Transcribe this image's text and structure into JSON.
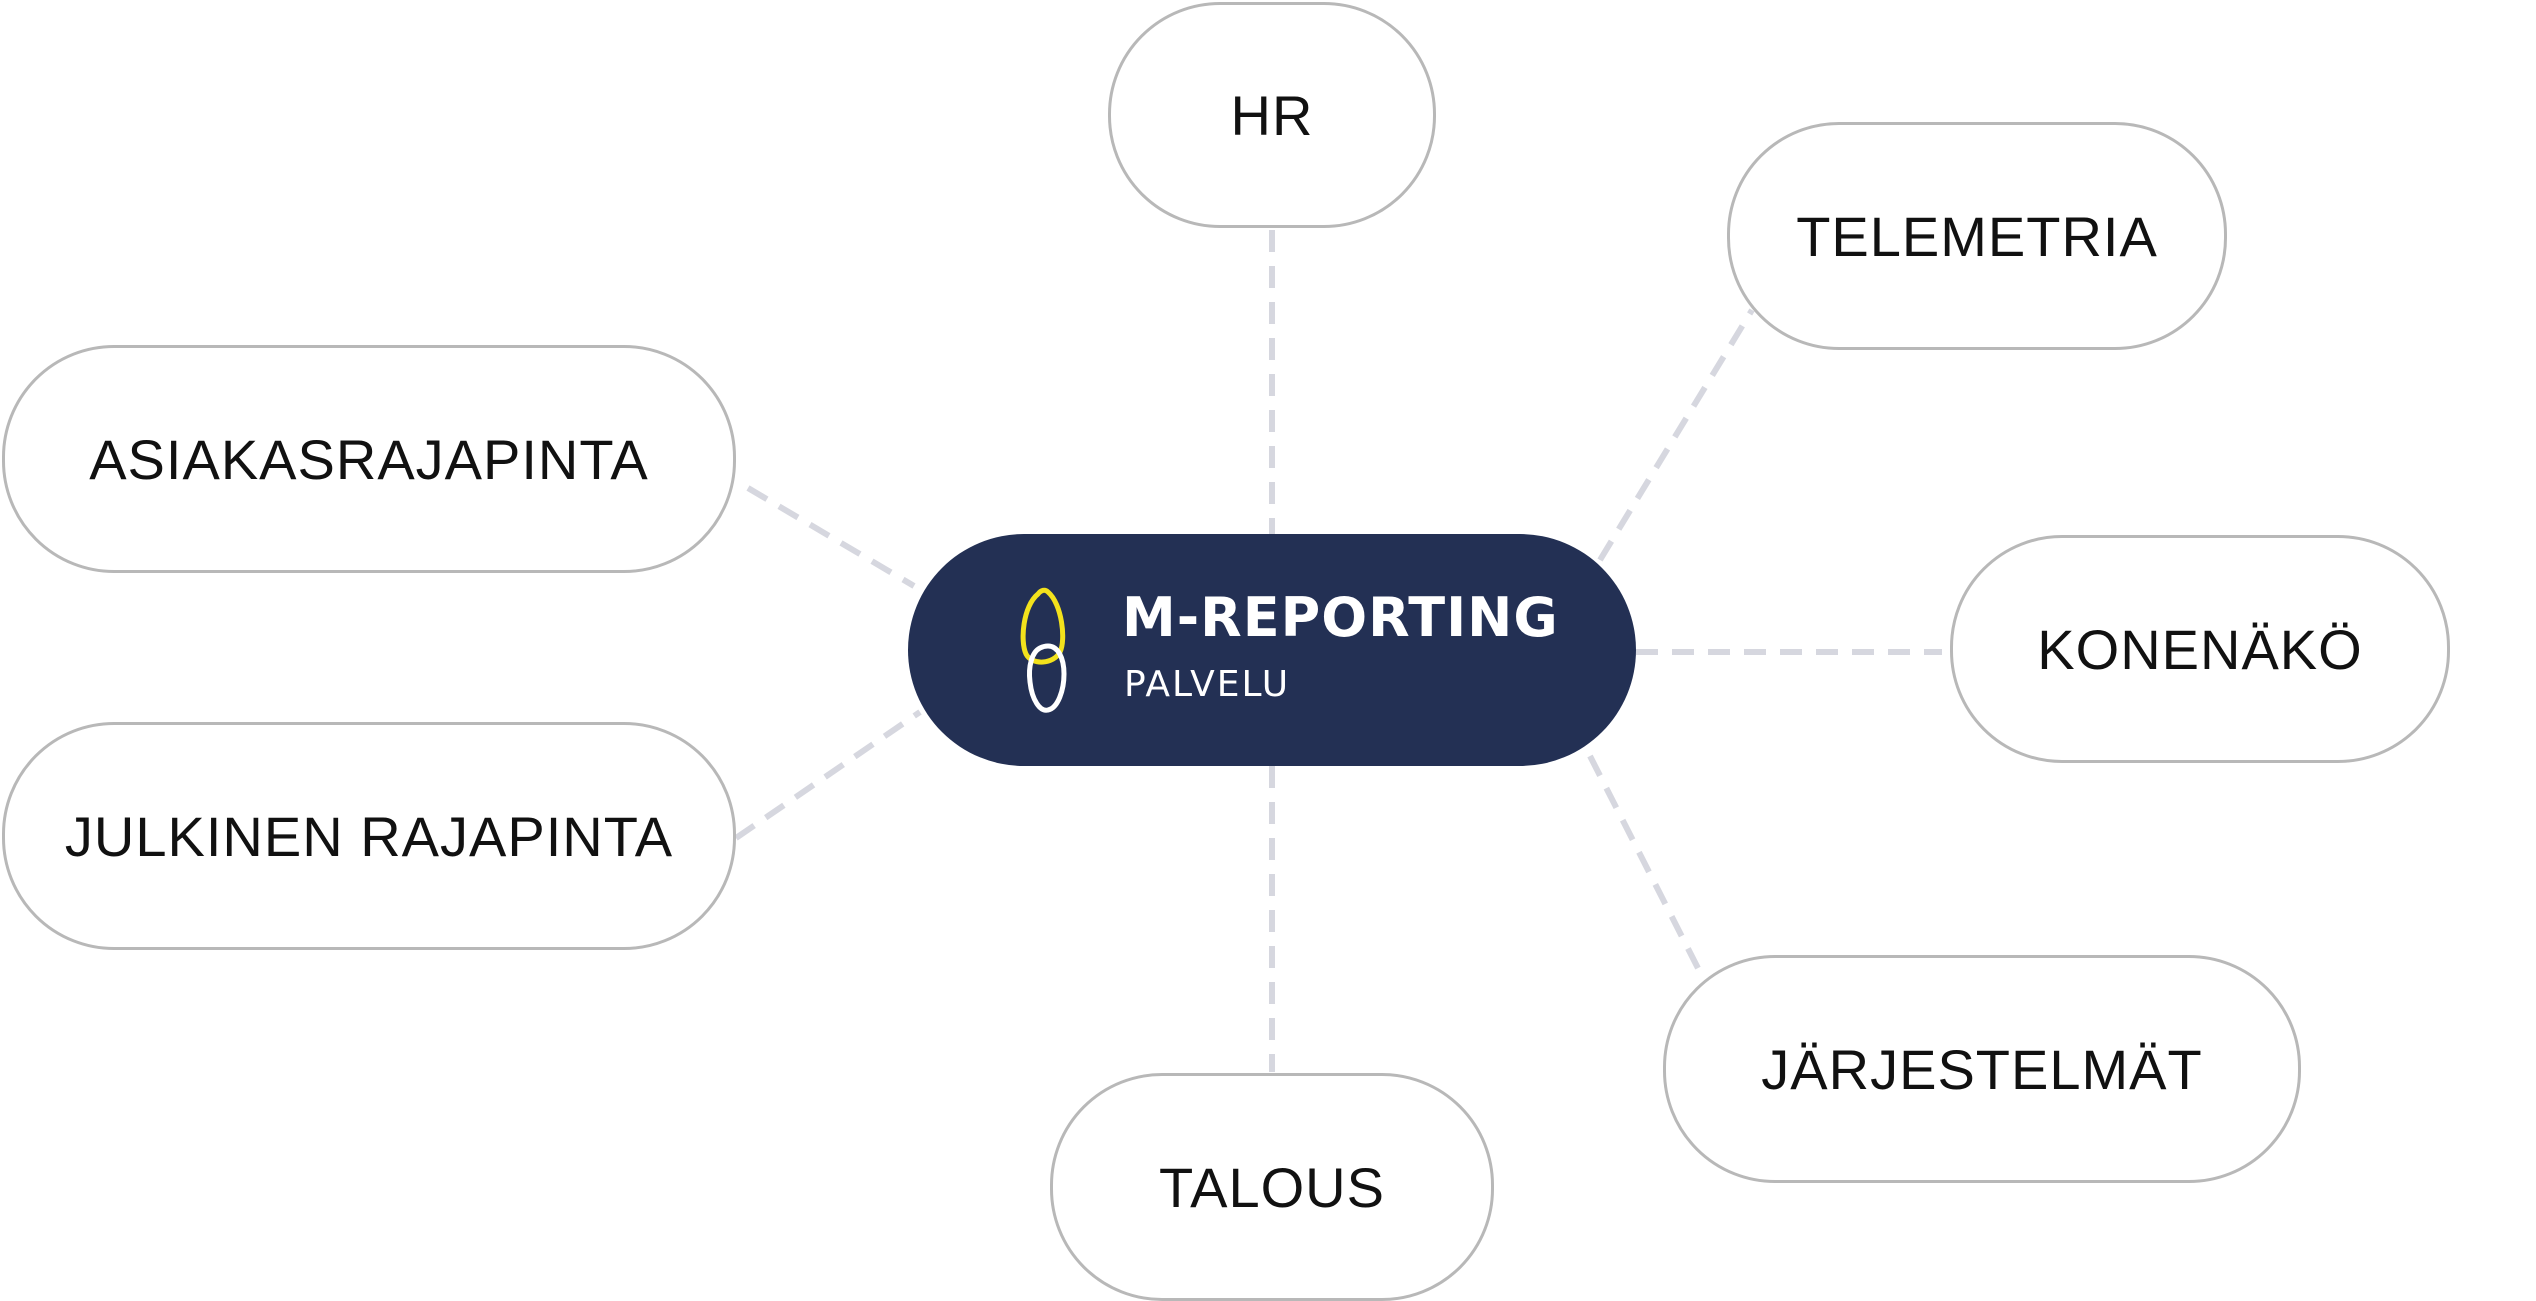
{
  "center": {
    "title": "M-REPORTING",
    "subtitle": "PALVELU",
    "background_color": "#233054",
    "logo_icon": "chain-link-logo-icon",
    "logo_colors": [
      "#f3e21c",
      "#ffffff"
    ]
  },
  "nodes": [
    {
      "id": "hr",
      "label": "HR"
    },
    {
      "id": "telemetria",
      "label": "TELEMETRIA"
    },
    {
      "id": "asiakasrajapinta",
      "label": "ASIAKASRAJAPINTA"
    },
    {
      "id": "konenako",
      "label": "KONENÄKÖ"
    },
    {
      "id": "julkinen",
      "label": "JULKINEN RAJAPINTA"
    },
    {
      "id": "jarjestelmat",
      "label": "JÄRJESTELMÄT"
    },
    {
      "id": "talous",
      "label": "TALOUS"
    }
  ],
  "edges": [
    {
      "from": "center",
      "to": "hr",
      "style": "dashed"
    },
    {
      "from": "center",
      "to": "telemetria",
      "style": "dashed"
    },
    {
      "from": "center",
      "to": "asiakasrajapinta",
      "style": "dashed"
    },
    {
      "from": "center",
      "to": "konenako",
      "style": "dashed"
    },
    {
      "from": "center",
      "to": "julkinen",
      "style": "dashed"
    },
    {
      "from": "center",
      "to": "jarjestelmat",
      "style": "dashed"
    },
    {
      "from": "center",
      "to": "talous",
      "style": "dashed"
    }
  ],
  "colors": {
    "node_border": "#b8b8b8",
    "connector": "#d6d7df",
    "text": "#111111"
  }
}
